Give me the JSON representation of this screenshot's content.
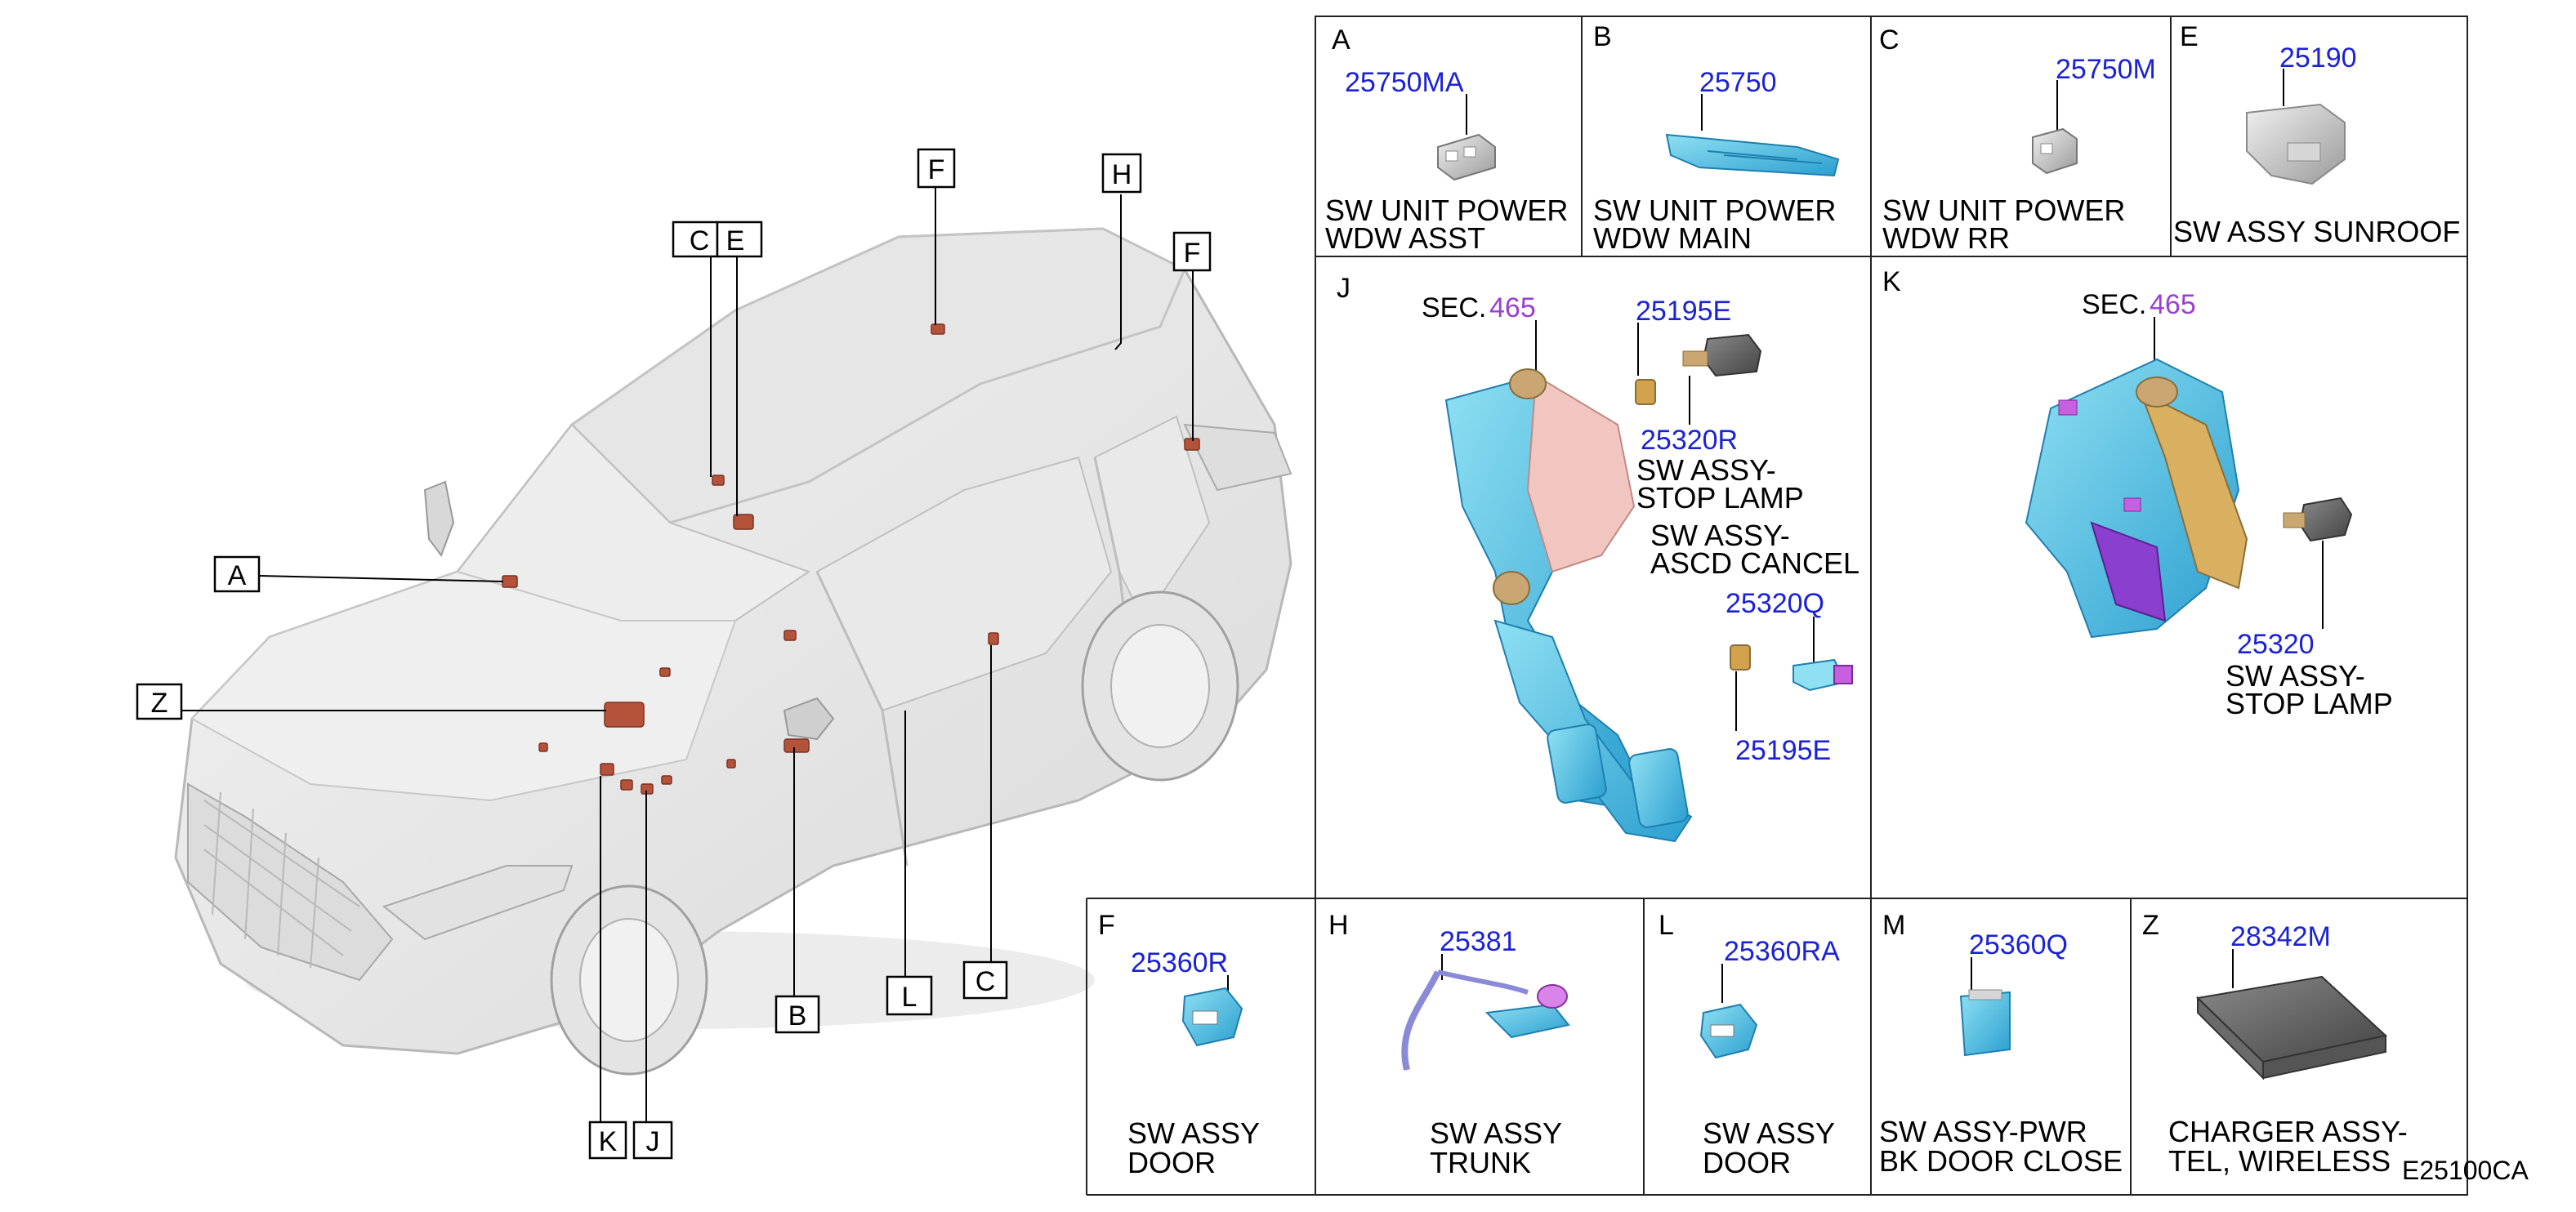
{
  "diagram_code": "E25100CA",
  "callout_letters": [
    "F",
    "H",
    "F",
    "C",
    "E",
    "A",
    "Z",
    "B",
    "L",
    "C",
    "K",
    "J"
  ],
  "panels": {
    "A": {
      "letter": "A",
      "part": "25750MA",
      "desc1": "SW UNIT POWER",
      "desc2": "WDW ASST"
    },
    "B": {
      "letter": "B",
      "part": "25750",
      "desc1": "SW UNIT POWER",
      "desc2": "WDW MAIN"
    },
    "C": {
      "letter": "C",
      "part": "25750M",
      "desc1": "SW UNIT POWER",
      "desc2": "WDW RR"
    },
    "E": {
      "letter": "E",
      "part": "25190",
      "desc1": "SW ASSY SUNROOF"
    },
    "J": {
      "letter": "J",
      "sec_label": "SEC.",
      "sec_num": "465",
      "part1": "25195E",
      "part2": "25320R",
      "desc2a": "SW ASSY-",
      "desc2b": "STOP LAMP",
      "desc3a": "SW ASSY-",
      "desc3b": "ASCD CANCEL",
      "part3": "25320Q",
      "part4": "25195E"
    },
    "K": {
      "letter": "K",
      "sec_label": "SEC.",
      "sec_num": "465",
      "part": "25320",
      "desc1": "SW ASSY-",
      "desc2": "STOP LAMP"
    },
    "F": {
      "letter": "F",
      "part": "25360R",
      "desc1": "SW ASSY",
      "desc2": "DOOR"
    },
    "H": {
      "letter": "H",
      "part": "25381",
      "desc1": "SW ASSY",
      "desc2": "TRUNK"
    },
    "L": {
      "letter": "L",
      "part": "25360RA",
      "desc1": "SW ASSY",
      "desc2": "DOOR"
    },
    "M": {
      "letter": "M",
      "part": "25360Q",
      "desc1": "SW ASSY-PWR",
      "desc2": "BK DOOR CLOSE"
    },
    "Z": {
      "letter": "Z",
      "part": "28342M",
      "desc1": "CHARGER ASSY-",
      "desc2": "TEL, WIRELESS"
    }
  },
  "colors": {
    "part_number": "#1b22d6",
    "section_number": "#9b3fd1",
    "part_highlight": "#b5533a",
    "switch_blue": "#6cc9e8",
    "bracket_blue": "#2aa7d8"
  }
}
